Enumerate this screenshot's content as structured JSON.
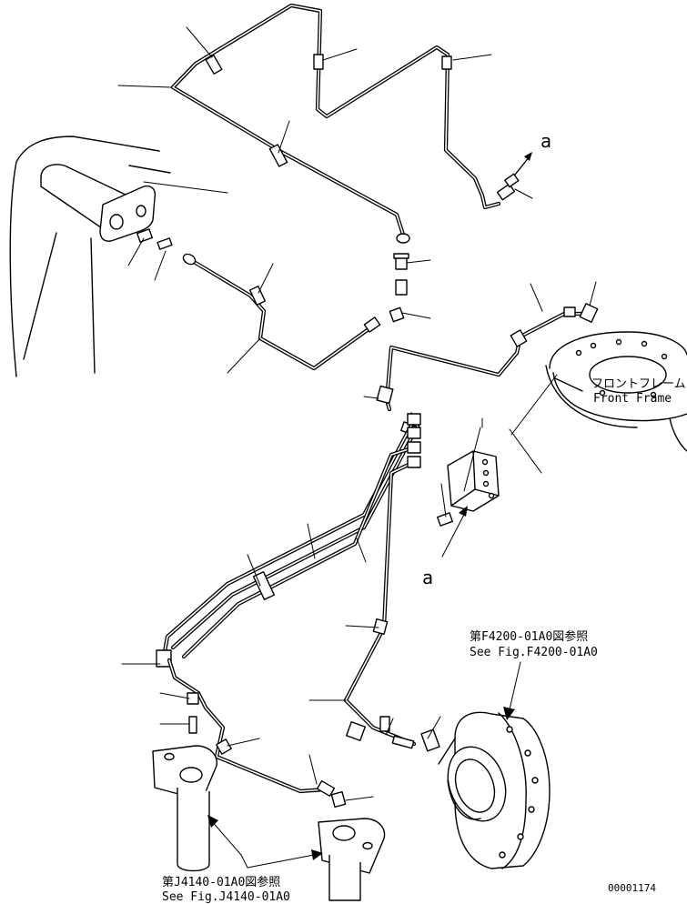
{
  "labels": {
    "view_arrow_upper": "a",
    "view_arrow_lower": "a",
    "front_frame_jp": "フロントフレーム",
    "front_frame_en": "Front Frame",
    "see_f4200_jp": "第F4200-01A0図参照",
    "see_f4200_en": "See Fig.F4200-01A0",
    "see_j4140_jp": "第J4140-01A0図参照",
    "see_j4140_en": "See Fig.J4140-01A0",
    "drawing_number": "00001174"
  }
}
